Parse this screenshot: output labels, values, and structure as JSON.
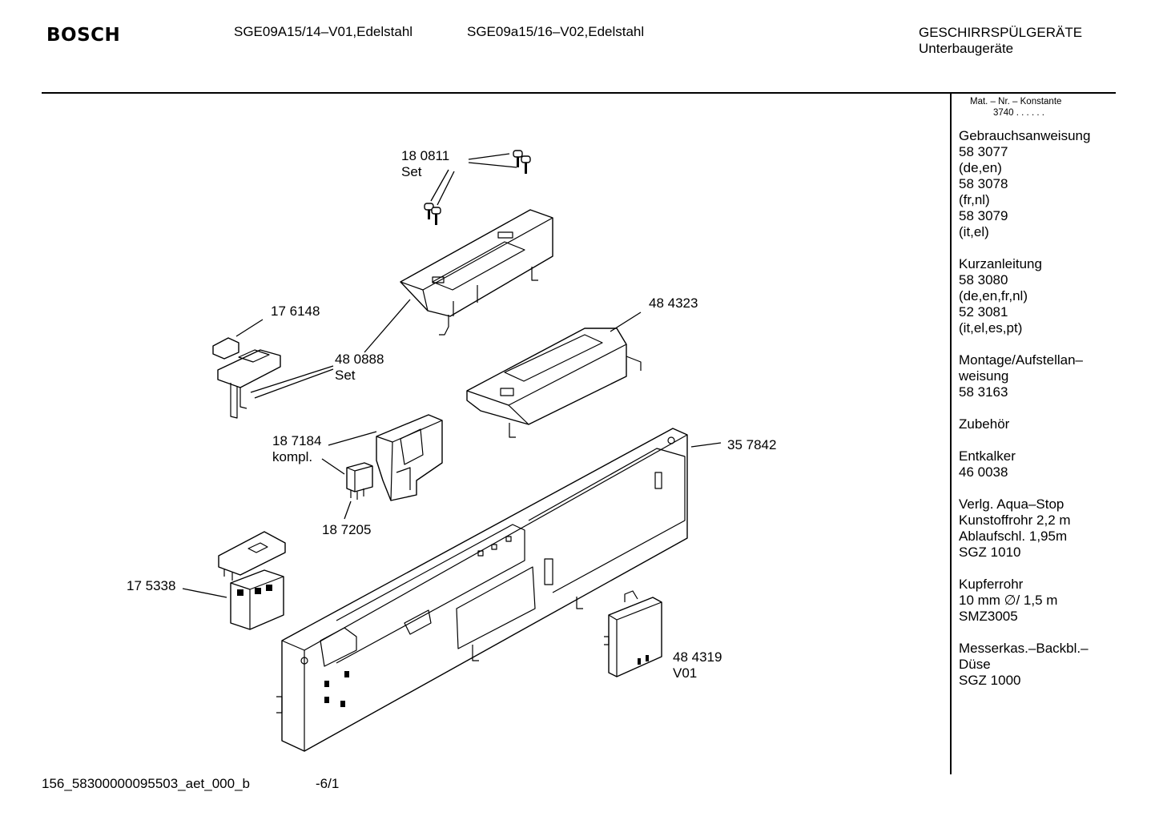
{
  "header": {
    "brand": "BOSCH",
    "model_1": "SGE09A15/14–V01,Edelstahl",
    "model_2": "SGE09a15/16–V02,Edelstahl",
    "category": "GESCHIRRSPÜLGERÄTE",
    "subcategory": "Unterbaugeräte"
  },
  "sidebar": {
    "mat_label": "Mat. – Nr. – Konstante",
    "mat_value": "3740 .  .  .  .  .  .",
    "groups": [
      {
        "lines": [
          "Gebrauchsanweisung",
          "58 3077",
          "(de,en)",
          "58 3078",
          "(fr,nl)",
          "58 3079",
          "(it,el)"
        ]
      },
      {
        "lines": [
          "Kurzanleitung",
          "58 3080",
          "(de,en,fr,nl)",
          "52 3081",
          "(it,el,es,pt)"
        ]
      },
      {
        "lines": [
          "Montage/Aufstellan–",
          "weisung",
          "58 3163"
        ]
      },
      {
        "lines": [
          "Zubehör"
        ]
      },
      {
        "lines": [
          "Entkalker",
          "46 0038"
        ]
      },
      {
        "lines": [
          "Verlg. Aqua–Stop",
          "Kunstoffrohr 2,2 m",
          "Ablaufschl. 1,95m",
          "SGZ 1010"
        ]
      },
      {
        "lines": [
          "Kupferrohr",
          "10 mm ∅/ 1,5 m",
          "SMZ3005"
        ]
      },
      {
        "lines": [
          "Messerkas.–Backbl.–",
          "Düse",
          "SGZ 1000"
        ]
      }
    ]
  },
  "parts": {
    "p180811": {
      "num": "18 0811",
      "note": "Set"
    },
    "p176148": {
      "num": "17 6148"
    },
    "p480888": {
      "num": "48 0888",
      "note": "Set"
    },
    "p484323": {
      "num": "48 4323"
    },
    "p187184": {
      "num": "18 7184",
      "note": "kompl."
    },
    "p357842": {
      "num": "35 7842"
    },
    "p187205": {
      "num": "18 7205"
    },
    "p175338": {
      "num": "17 5338"
    },
    "p484319": {
      "num": "48 4319",
      "note": "V01"
    }
  },
  "footer": {
    "doc_id": "156_58300000095503_aet_000_b",
    "page": "-6/1"
  }
}
